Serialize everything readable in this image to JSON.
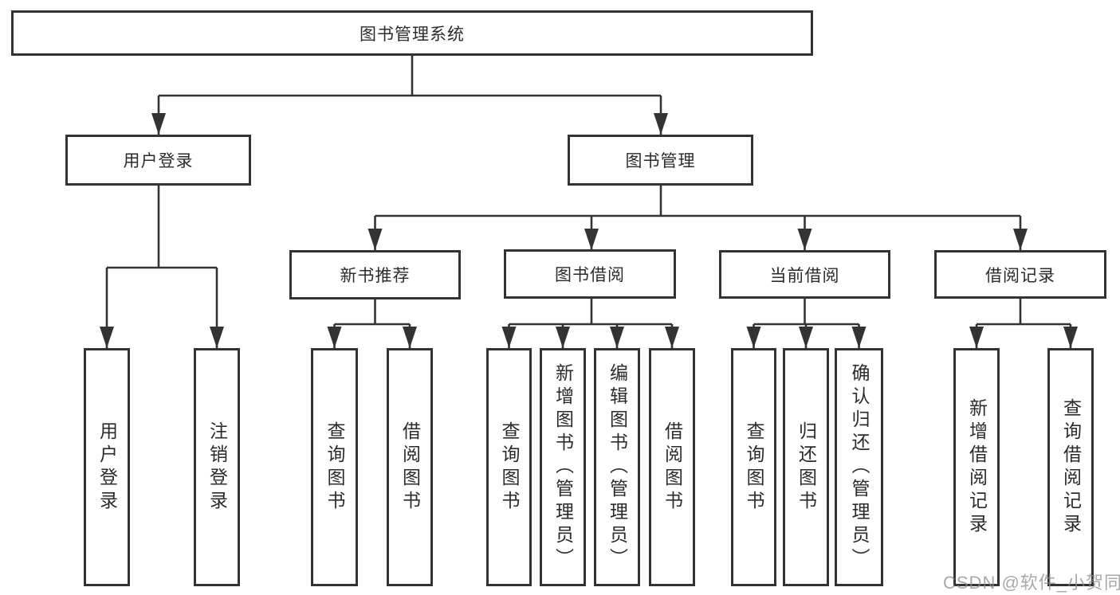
{
  "tree": {
    "label": "图书管理系统",
    "children": [
      {
        "label": "用户登录",
        "children": [
          {
            "label": "用户登录"
          },
          {
            "label": "注销登录"
          }
        ]
      },
      {
        "label": "图书管理",
        "children": [
          {
            "label": "新书推荐",
            "children": [
              {
                "label": "查询图书"
              },
              {
                "label": "借阅图书"
              }
            ]
          },
          {
            "label": "图书借阅",
            "children": [
              {
                "label": "查询图书"
              },
              {
                "label": "新增图书（管理员）"
              },
              {
                "label": "编辑图书（管理员）"
              },
              {
                "label": "借阅图书"
              }
            ]
          },
          {
            "label": "当前借阅",
            "children": [
              {
                "label": "查询图书"
              },
              {
                "label": "归还图书"
              },
              {
                "label": "确认归还（管理员）"
              }
            ]
          },
          {
            "label": "借阅记录",
            "children": [
              {
                "label": "新增借阅记录"
              },
              {
                "label": "查询借阅记录"
              }
            ]
          }
        ]
      }
    ]
  },
  "watermark": {
    "text": "CSDN @软件_小贺同学"
  },
  "colors": {
    "line": "#333333",
    "box_border": "#333333",
    "text": "#2b2b2b",
    "watermark": "#8c8c8c",
    "background": "#ffffff"
  }
}
